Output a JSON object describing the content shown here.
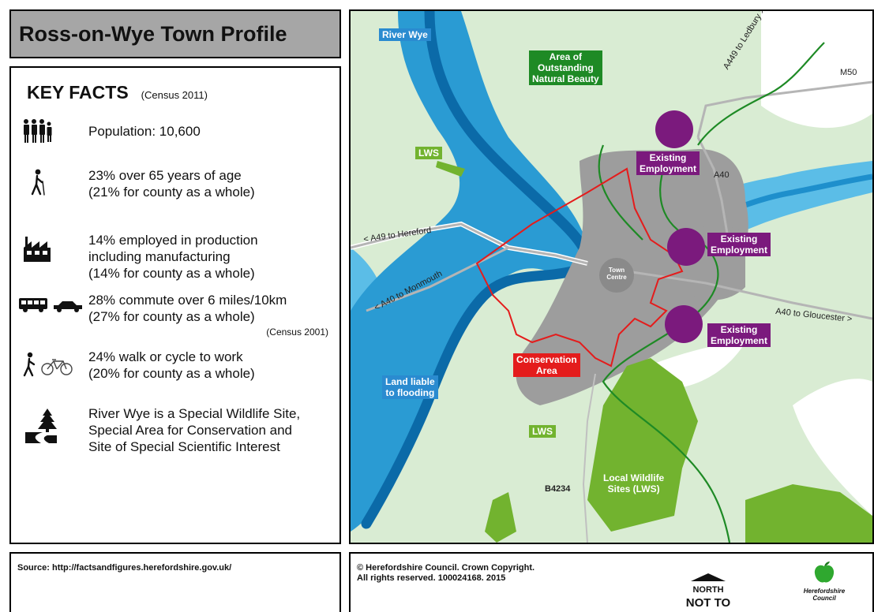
{
  "title": "Ross-on-Wye Town Profile",
  "key_facts": {
    "heading": "KEY FACTS",
    "census_note": "(Census 2011)",
    "items": [
      {
        "icon": "people-icon",
        "lines": [
          "Population: 10,600"
        ]
      },
      {
        "icon": "walking-stick-person-icon",
        "lines": [
          "23% over 65 years of age",
          "(21% for county as a whole)"
        ]
      },
      {
        "icon": "factory-icon",
        "lines": [
          "14% employed in production",
          "including manufacturing",
          "(14% for county as a whole)"
        ]
      },
      {
        "icon": "bus-car-icon",
        "lines": [
          "28% commute over 6 miles/10km",
          "(27% for county as a whole)"
        ],
        "sub": "(Census 2001)"
      },
      {
        "icon": "walk-bicycle-icon",
        "lines": [
          "24% walk or cycle to work",
          "(20% for county as a whole)"
        ]
      },
      {
        "icon": "river-tree-icon",
        "lines": [
          "River Wye is a Special Wildlife Site,",
          "Special Area for Conservation and",
          "Site of Special Scientific Interest"
        ]
      }
    ]
  },
  "map": {
    "labels": {
      "river_wye": "River Wye",
      "aonb": [
        "Area of",
        "Outstanding",
        "Natural Beauty"
      ],
      "lws_1": "LWS",
      "lws_2": "LWS",
      "employment_1": [
        "Existing",
        "Employment"
      ],
      "employment_2": [
        "Existing",
        "Employment"
      ],
      "employment_3": [
        "Existing",
        "Employment"
      ],
      "town_centre": [
        "Town",
        "Centre"
      ],
      "conservation": [
        "Conservation",
        "Area"
      ],
      "flooding": [
        "Land liable",
        "to flooding"
      ],
      "local_wildlife": [
        "Local Wildlife",
        "Sites (LWS)"
      ]
    },
    "roads": {
      "a449": "A449 to Ledbury >",
      "m50": "M50",
      "a40": "A40",
      "a49": "< A49 to Hereford",
      "a40_monmouth": "< A40 to Monmouth",
      "a40_gloucester": "A40 to Gloucester >",
      "b4234": "B4234"
    },
    "colors": {
      "river": "#0b6aa8",
      "flood": "#5bbde7",
      "aonb_bg": "#d9ecd3",
      "urban": "#9d9d9d",
      "conservation": "#e41c1c",
      "aonb_boundary": "#1e8a25",
      "lws": "#72b32f",
      "employment": "#7b1a7d"
    }
  },
  "footer": {
    "source": "Source: http://factsandfigures.herefordshire.gov.uk/",
    "copyright": [
      "© Herefordshire Council. Crown Copyright.",
      "All rights reserved. 100024168. 2015"
    ],
    "north": "NORTH",
    "scale": "NOT TO SCALE",
    "logo_text": [
      "Herefordshire",
      "Council"
    ]
  }
}
